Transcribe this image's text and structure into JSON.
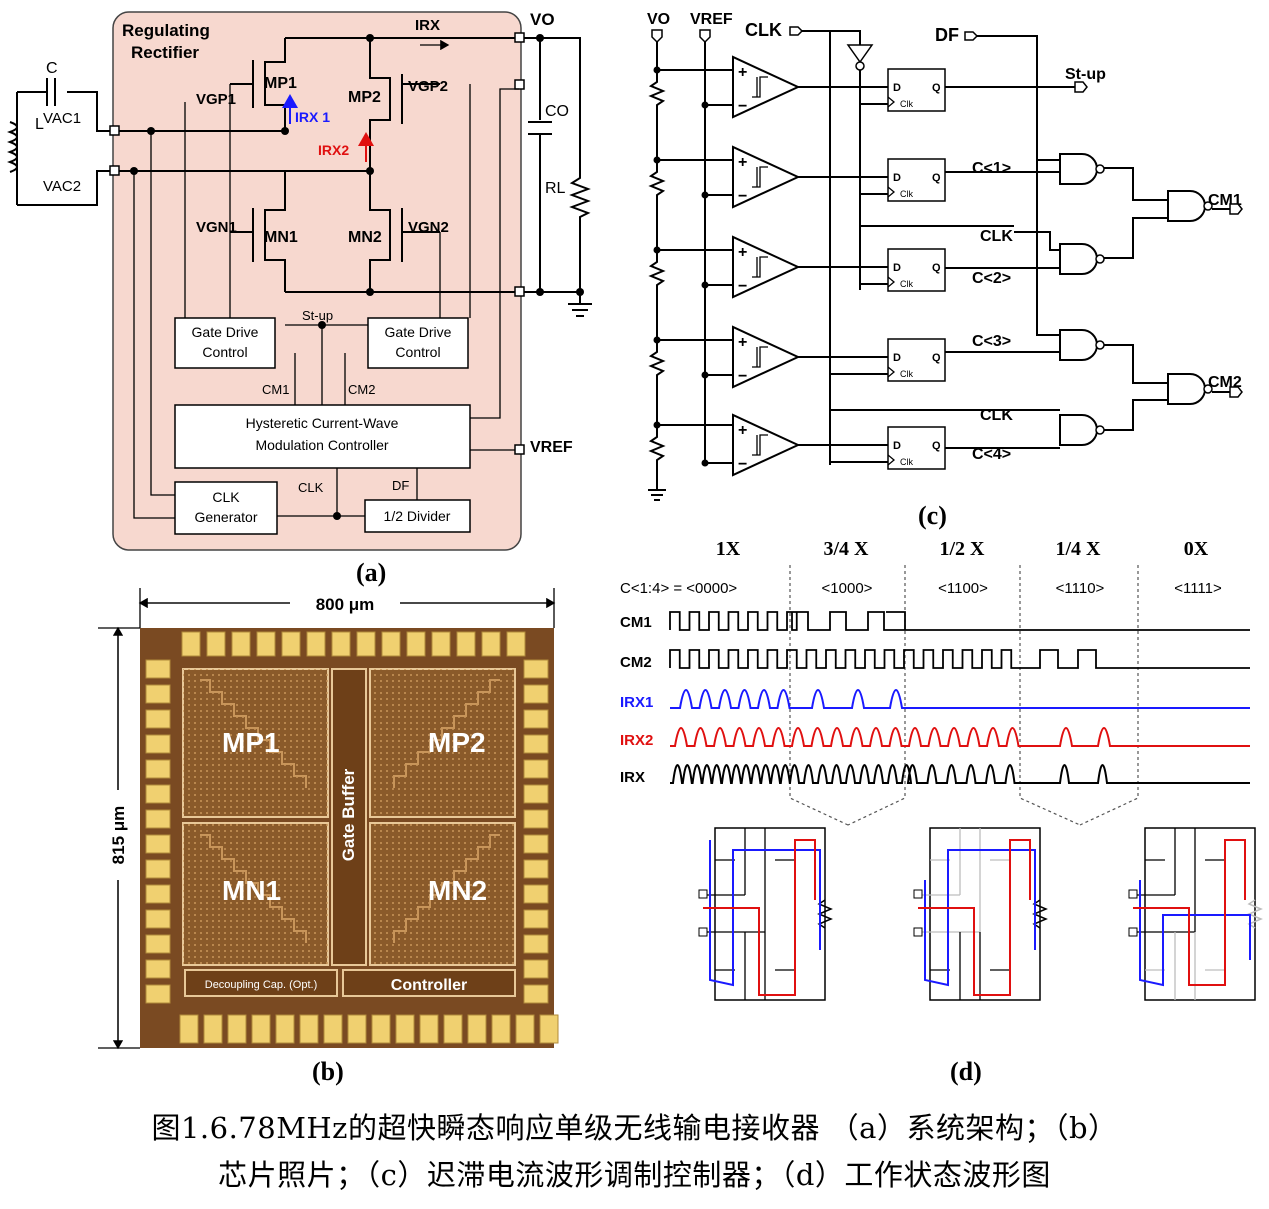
{
  "panel_a": {
    "tag": "(a)",
    "title_line1": "Regulating",
    "title_line2": "Rectifier",
    "labels": {
      "c": "C",
      "vac1": "VAC1",
      "vac2": "VAC2",
      "l": "L",
      "vo": "VO",
      "co": "CO",
      "rl": "RL",
      "irx": "IRX",
      "mp1": "MP1",
      "mp2": "MP2",
      "mn1": "MN1",
      "mn2": "MN2",
      "vgp1": "VGP1",
      "vgp2": "VGP2",
      "vgn1": "VGN1",
      "vgn2": "VGN2",
      "irx1": "IRX 1",
      "irx2": "IRX2",
      "stup": "St-up",
      "cm1": "CM1",
      "cm2": "CM2",
      "clk": "CLK",
      "df": "DF",
      "vref": "VREF"
    },
    "blocks": {
      "gate_drive_l1": "Gate Drive",
      "gate_drive_l2": "Control",
      "hcwm_l1": "Hysteretic Current-Wave",
      "hcwm_l2": "Modulation Controller",
      "clk_gen_l1": "CLK",
      "clk_gen_l2": "Generator",
      "divider": "1/2 Divider"
    },
    "colors": {
      "bg": "#f7d8cf",
      "irx1": "#1a1aff",
      "irx2": "#e01010"
    }
  },
  "panel_b": {
    "tag": "(b)",
    "width": "800 μm",
    "height": "815 μm",
    "regions": {
      "mp1": "MP1",
      "mp2": "MP2",
      "mn1": "MN1",
      "mn2": "MN2",
      "gate_buffer": "Gate Buffer",
      "decap": "Decoupling Cap. (Opt.)",
      "controller": "Controller"
    },
    "colors": {
      "die": "#8a5a2a",
      "pad": "#f0d070"
    }
  },
  "panel_c": {
    "tag": "(c)",
    "labels": {
      "vo": "VO",
      "vref": "VREF",
      "clk": "CLK",
      "df": "DF",
      "stup": "St-up",
      "c1": "C<1>",
      "c2": "C<2>",
      "c3": "C<3>",
      "c4": "C<4>",
      "clkbar": "CLK",
      "clk2": "CLK",
      "cm1": "CM1",
      "cm2": "CM2",
      "d": "D",
      "q": "Q",
      "ck": "Clk",
      "plus": "+",
      "minus": "−"
    }
  },
  "panel_d": {
    "tag": "(d)",
    "modes": [
      "1X",
      "3/4 X",
      "1/2 X",
      "1/4 X",
      "0X"
    ],
    "codes_label": "C<1:4> = <0000>",
    "codes": [
      "<1000>",
      "<1100>",
      "<1110>",
      "<1111>"
    ],
    "signals": [
      "CM1",
      "CM2",
      "IRX1",
      "IRX2",
      "IRX"
    ],
    "colors": {
      "irx1": "#1a1aff",
      "irx2": "#e01010",
      "gray": "#bdbdbd"
    }
  },
  "caption": {
    "line1": "图1.6.78MHz的超快瞬态响应单级无线输电接收器 （a）系统架构；（b）",
    "line2": "芯片照片；（c）迟滞电流波形调制控制器；（d）工作状态波形图"
  }
}
